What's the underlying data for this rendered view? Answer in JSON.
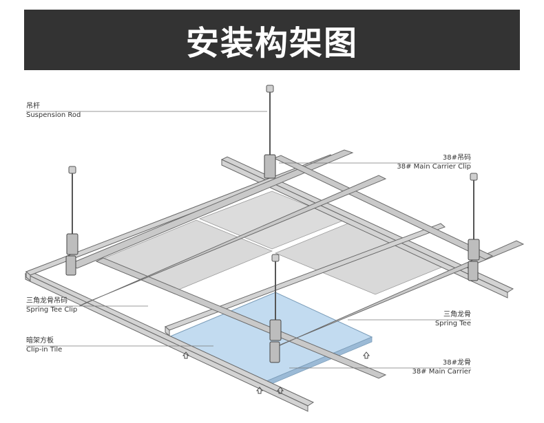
{
  "header": {
    "title": "安装构架图"
  },
  "colors": {
    "banner_bg": "#333333",
    "tile_blue": "#c2dbf0",
    "metal": "#d6d6d6",
    "line": "#555555"
  },
  "labels": {
    "suspension_rod": {
      "cn": "吊杆",
      "en": "Suspension Rod"
    },
    "main_carrier_clip": {
      "cn": "38#吊码",
      "en": "38# Main Carrier Clip"
    },
    "spring_tee_clip": {
      "cn": "三角龙骨吊码",
      "en": "Spring Tee Clip"
    },
    "spring_tee": {
      "cn": "三角龙骨",
      "en": "Spring Tee"
    },
    "clip_in_tile": {
      "cn": "暗架方板",
      "en": "Clip-in Tile"
    },
    "main_carrier": {
      "cn": "38#龙骨",
      "en": "38#  Main Carrier"
    }
  },
  "icons": [
    "up-arrow-icon"
  ]
}
